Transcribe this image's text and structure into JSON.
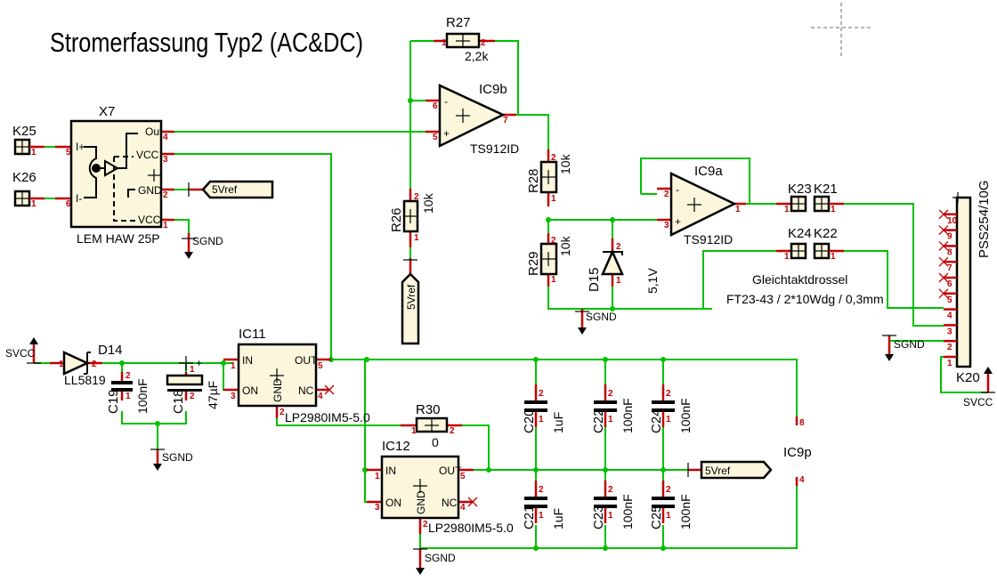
{
  "title": "Stromerfassung Typ2 (AC&DC)",
  "components": {
    "X7": {
      "ref": "X7",
      "value": "LEM HAW 25P",
      "pins": {
        "ip": "I+",
        "im": "I-",
        "out": "Out",
        "vcc3": "VCC",
        "gnd": "GND",
        "vcc1": "VCC"
      },
      "pin_numbers": {
        "ip": "5",
        "im": "6",
        "out": "4",
        "vcc3": "3",
        "gnd": "2",
        "vcc1": "1"
      }
    },
    "K25": {
      "ref": "K25",
      "pin": "1"
    },
    "K26": {
      "ref": "K26",
      "pin": "1"
    },
    "K23": {
      "ref": "K23",
      "pin": "1"
    },
    "K21": {
      "ref": "K21",
      "pin": "1"
    },
    "K24": {
      "ref": "K24",
      "pin": "1"
    },
    "K22": {
      "ref": "K22",
      "pin": "1"
    },
    "R27": {
      "ref": "R27",
      "value": "2,2k"
    },
    "R26": {
      "ref": "R26",
      "value": "10k"
    },
    "R28": {
      "ref": "R28",
      "value": "10k"
    },
    "R29": {
      "ref": "R29",
      "value": "10k"
    },
    "R30": {
      "ref": "R30",
      "value": "0"
    },
    "IC9b": {
      "ref": "IC9b",
      "value": "TS912ID",
      "pins": {
        "inv": "6",
        "noninv": "5",
        "out": "7"
      }
    },
    "IC9a": {
      "ref": "IC9a",
      "value": "TS912ID",
      "pins": {
        "inv": "2",
        "noninv": "3",
        "out": "1"
      }
    },
    "IC9p": {
      "ref": "IC9p",
      "pins": {
        "vplus": "8",
        "vminus": "4"
      }
    },
    "D15": {
      "ref": "D15",
      "value": "5,1V"
    },
    "D14": {
      "ref": "D14",
      "value": "LL5819"
    },
    "C19": {
      "ref": "C19",
      "value": "100nF"
    },
    "C18": {
      "ref": "C18",
      "value": "47µF"
    },
    "C20": {
      "ref": "C20",
      "value": "1uF"
    },
    "C21": {
      "ref": "C21",
      "value": "1uF"
    },
    "C22": {
      "ref": "C22",
      "value": "100nF"
    },
    "C23": {
      "ref": "C23",
      "value": "100nF"
    },
    "C24": {
      "ref": "C24",
      "value": "100nF"
    },
    "C25": {
      "ref": "C25",
      "value": "100nF"
    },
    "IC11": {
      "ref": "IC11",
      "value": "LP2980IM5-5.0",
      "pins": {
        "in": "IN",
        "on": "ON",
        "out": "OUT",
        "nc": "NC",
        "gnd": "GND"
      },
      "pin_numbers": {
        "in": "1",
        "on": "3",
        "out": "5",
        "nc": "4",
        "gnd": "2"
      }
    },
    "IC12": {
      "ref": "IC12",
      "value": "LP2980IM5-5.0",
      "pins": {
        "in": "IN",
        "on": "ON",
        "out": "OUT",
        "nc": "NC",
        "gnd": "GND"
      },
      "pin_numbers": {
        "in": "1",
        "on": "3",
        "out": "5",
        "nc": "4",
        "gnd": "2"
      }
    },
    "K20": {
      "ref": "K20",
      "value": "PSS254/10G",
      "pins": [
        "1",
        "2",
        "3",
        "4",
        "5",
        "6",
        "7",
        "8",
        "9",
        "10"
      ]
    }
  },
  "nets": {
    "vref": "5Vref",
    "sgnd": "SGND",
    "svcc": "SVCC"
  },
  "notes": {
    "choke_title": "Gleichtaktdrossel",
    "choke_spec": "FT23-43 / 2*10Wdg / 0,3mm"
  }
}
